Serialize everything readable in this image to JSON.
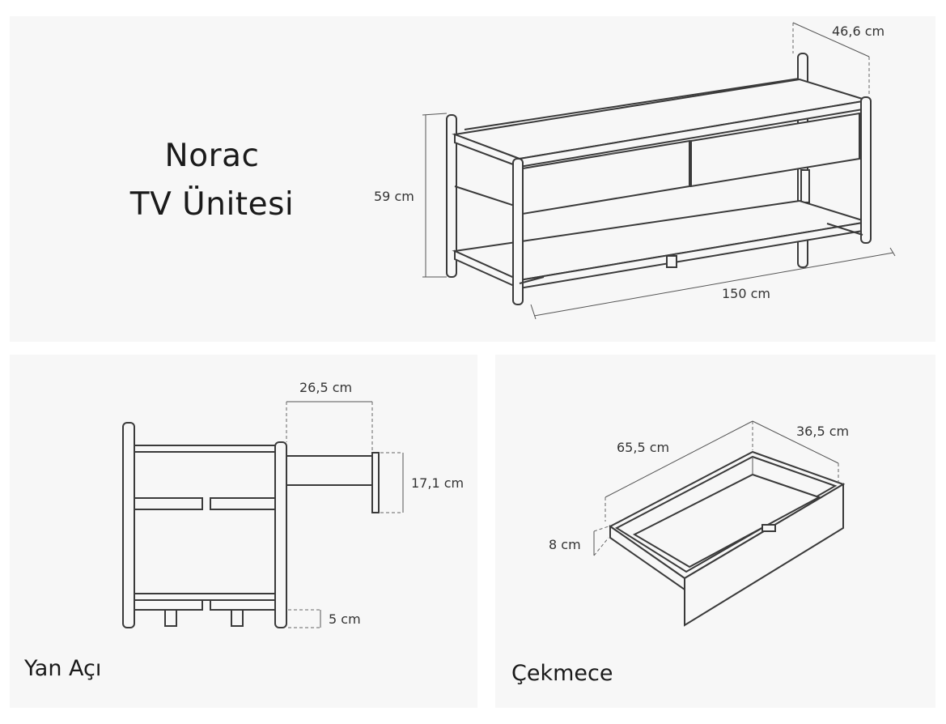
{
  "product": {
    "name_line1": "Norac",
    "name_line2": "TV Ünitesi"
  },
  "main_view": {
    "width_label": "150 cm",
    "depth_label": "46,6 cm",
    "height_label": "59 cm"
  },
  "side_view": {
    "caption": "Yan Açı",
    "drawer_depth_label": "26,5 cm",
    "drawer_front_height_label": "17,1 cm",
    "leg_height_label": "5 cm"
  },
  "drawer_view": {
    "caption": "Çekmece",
    "length_label": "65,5 cm",
    "depth_label": "36,5 cm",
    "height_label": "8 cm"
  },
  "colors": {
    "panel_background": "#f7f7f7",
    "line": "#3a3a3a",
    "text": "#1a1a1a"
  }
}
